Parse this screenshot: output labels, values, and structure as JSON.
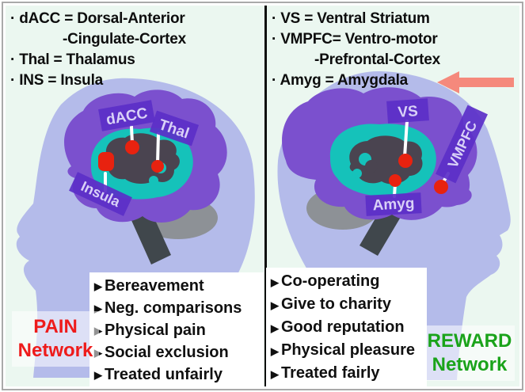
{
  "glyphs": {
    "bullet": "▶"
  },
  "colors": {
    "background_mint": "#ebf7f0",
    "head_lavender": "#b4bbea",
    "brain_purple": "#7b50ce",
    "cortex_teal": "#15c2ba",
    "deep_structure_gray": "#4a4450",
    "cerebellum_gray": "#8d9196",
    "brainstem_gray": "#40474c",
    "label_bg_purple": "#5b2fc8",
    "label_text_lavender": "#d9d1f7",
    "marker_red": "#e8220f",
    "arrow_pink": "#f5897c",
    "pain_red": "#ee1b1b",
    "reward_green": "#1aa31a",
    "divider_black": "#0b0b0b",
    "frame_border_gray": "#a9a9a9"
  },
  "left_panel": {
    "legend": [
      "· dACC = Dorsal-Anterior",
      "-Cingulate-Cortex",
      "· Thal = Thalamus",
      "· INS = Insula"
    ],
    "brain_labels": {
      "dacc": "dACC",
      "thal": "Thal",
      "insula": "Insula"
    },
    "items": [
      "Bereavement",
      "Neg. comparisons",
      "Physical pain",
      "Social exclusion",
      "Treated unfairly"
    ],
    "network_line1": "PAIN",
    "network_line2": "Network"
  },
  "right_panel": {
    "legend": [
      "· VS = Ventral Striatum",
      "· VMPFC= Ventro-motor",
      "-Prefrontal-Cortex",
      "· Amyg = Amygdala"
    ],
    "brain_labels": {
      "vs": "VS",
      "amyg": "Amyg",
      "vmpfc": "VMPFC"
    },
    "items": [
      "Co-operating",
      "Give to charity",
      "Good reputation",
      "Physical pleasure",
      "Treated fairly"
    ],
    "network_line1": "REWARD",
    "network_line2": "Network"
  }
}
